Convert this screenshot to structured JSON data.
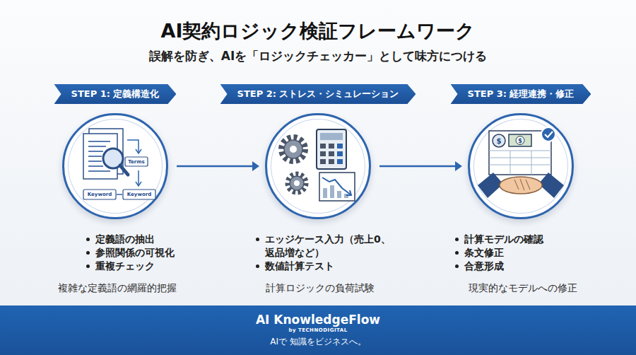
{
  "diagram": {
    "title": "AI契約ロジック検証フレームワーク",
    "nodes": [
      {
        "text": [
          "STEP 1: 定義構造化",
          "定義語の抽出",
          "参照関係の可視化",
          "重複チェック",
          "複雑な定義語の網羅的把握"
        ]
      },
      {
        "text": [
          "STEP 2: ストレス・シミュレーション",
          "エッジケース入力（売上0、 返品増など）",
          "数値計算テスト",
          "計算ロジックの負荷試験"
        ]
      },
      {
        "text": [
          "STEP 3: 経理連携・修正",
          "計算モデルの確認",
          "条文修正",
          "合意形成",
          "現実的なモデルへの修正"
        ]
      },
      {
        "text": [
          "AI KnowledgeFlow",
          "by TECHNODIGITAL",
          "AIで 知識をビジネスへ。"
        ]
      }
    ],
    "edges": [
      {
        "from": 0,
        "to": 1,
        "arrow": "to"
      },
      {
        "from": 1,
        "to": 2,
        "arrow": "to"
      }
    ],
    "labels": [
      "誤解を防ぎ、AIを「ロジックチェッカー」として味方につける",
      "Terms",
      "Keyword",
      "Keyword",
      "$",
      "$"
    ]
  }
}
